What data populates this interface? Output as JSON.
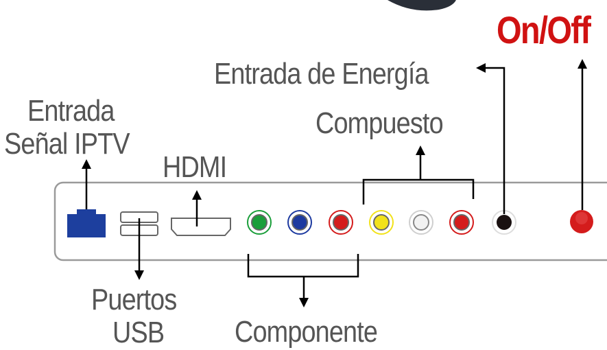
{
  "labels": {
    "on_off": "On/Off",
    "power_input": "Entrada de Energía",
    "iptv_line1": "Entrada",
    "iptv_line2": "Señal IPTV",
    "composite": "Compuesto",
    "hdmi": "HDMI",
    "usb_line1": "Puertos",
    "usb_line2": "USB",
    "component": "Componente"
  },
  "colors": {
    "label_text": "#555555",
    "on_off_text": "#d01212",
    "panel_border": "#9a9a9a",
    "ethernet_port": "#1d3f9e",
    "jack_green": "#1a9e3a",
    "jack_blue": "#1d3aa0",
    "jack_red": "#d41c1c",
    "jack_yellow": "#f2e21a",
    "jack_white": "#e8e8e8",
    "dc_jack": "#1a1111",
    "power_button": "#d41c1c"
  }
}
